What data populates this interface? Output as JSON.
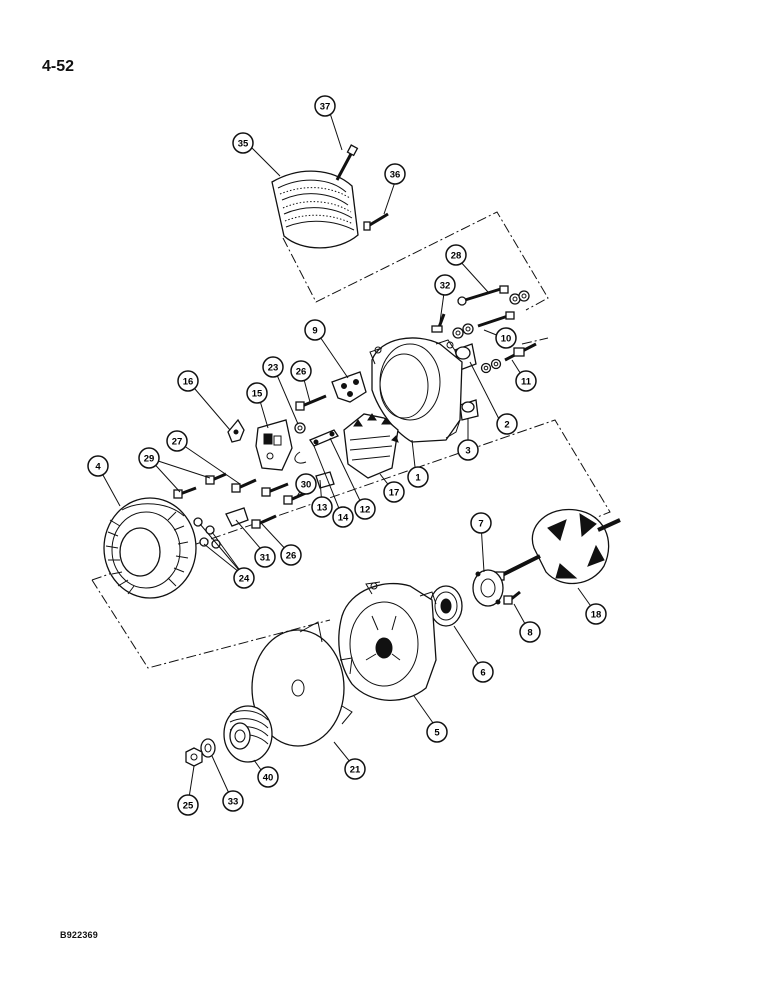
{
  "page": {
    "page_number": "4-52",
    "figure_code": "B922369"
  },
  "callouts": {
    "c1": "1",
    "c2": "2",
    "c3": "3",
    "c4": "4",
    "c5": "5",
    "c6": "6",
    "c7": "7",
    "c8": "8",
    "c9": "9",
    "c10": "10",
    "c11": "11",
    "c12": "12",
    "c13": "13",
    "c14": "14",
    "c15": "15",
    "c16": "16",
    "c17": "17",
    "c18": "18",
    "c21": "21",
    "c23": "23",
    "c24": "24",
    "c25": "25",
    "c26a": "26",
    "c26b": "26",
    "c27": "27",
    "c28": "28",
    "c29": "29",
    "c30": "30",
    "c31": "31",
    "c32": "32",
    "c33": "33",
    "c35": "35",
    "c36": "36",
    "c37": "37",
    "c40": "40"
  }
}
